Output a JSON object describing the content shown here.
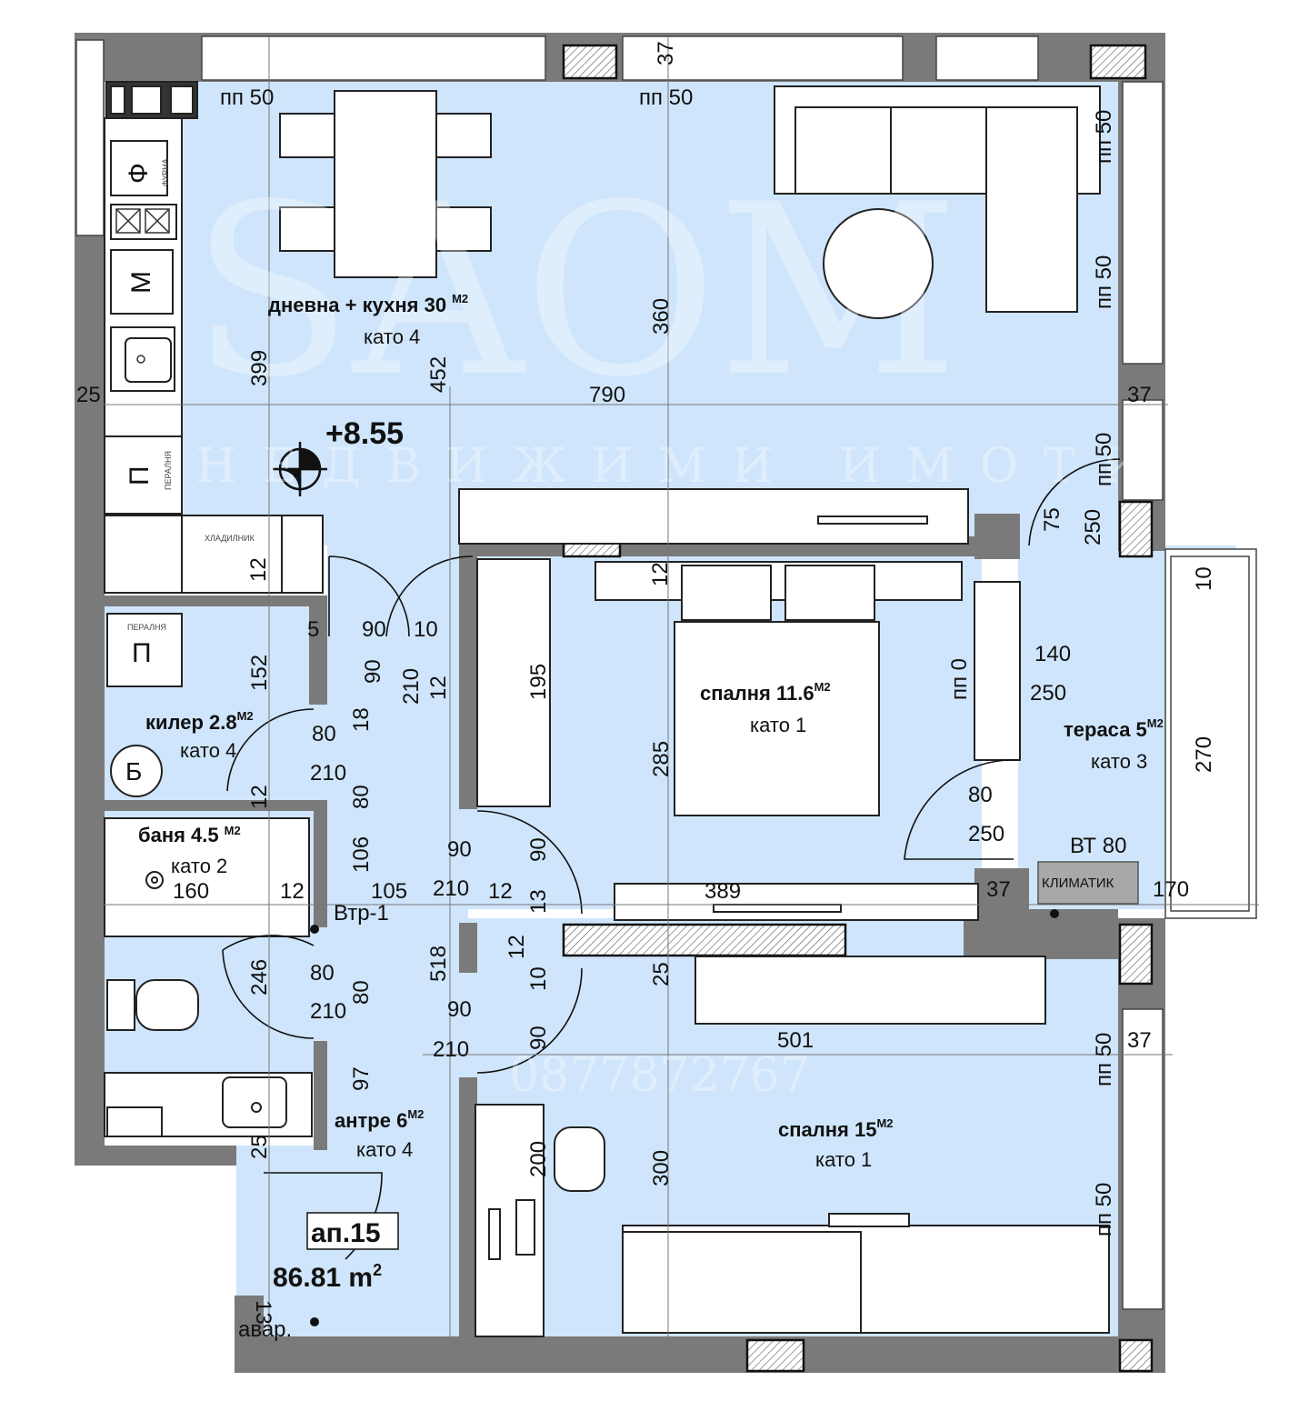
{
  "rooms": {
    "living": {
      "name": "дневна + кухня 30",
      "unit": "M2",
      "floor_type": "като 4"
    },
    "storage": {
      "name": "килер 2.8",
      "unit": "M2",
      "floor_type": "като 4"
    },
    "bath": {
      "name": "баня 4.5",
      "unit": "M2",
      "floor_type": "като 2"
    },
    "bedroom1": {
      "name": "спалня 11.6",
      "unit": "M2",
      "floor_type": "като 1"
    },
    "terrace": {
      "name": "тераса 5",
      "unit": "M2",
      "floor_type": "като 3"
    },
    "bedroom2": {
      "name": "спалня 15",
      "unit": "M2",
      "floor_type": "като 1"
    },
    "hall": {
      "name": "антре 6",
      "unit": "M2",
      "floor_type": "като 4"
    }
  },
  "apartment": {
    "number": "ап.15",
    "area": "86.81 m",
    "area_sup": "2"
  },
  "elevation": "+8.55",
  "appliances": {
    "oven_letter": "Ф",
    "oven_label": "ФУРНА",
    "dishwasher_letter": "М",
    "washer_letter": "П",
    "washer_label": "ПЕРАЛНЯ",
    "fridge_label": "ХЛАДИЛНИК",
    "washer2_letter": "П",
    "washer2_label": "ПЕРАЛНЯ",
    "boiler_letter": "Б",
    "aircon_label": "КЛИМАТИК",
    "bt_label": "ВТ 80",
    "vtr_label": "Втр-1",
    "avar_label": "авар."
  },
  "dimensions": {
    "pp50_a": "пп 50",
    "d37_top": "37",
    "pp50_b": "пп 50",
    "pp50_r1": "пп 50",
    "pp50_r2": "пп 50",
    "d360": "360",
    "d399": "399",
    "d452": "452",
    "d25_left": "25",
    "d790": "790",
    "d37_r": "37",
    "pp50_r3": "пп 50",
    "d75": "75",
    "d250_a": "250",
    "d10_r": "10",
    "d12_a": "12",
    "d12_b": "12",
    "d5": "5",
    "d90_a": "90",
    "d10_a": "10",
    "d152": "152",
    "d90_v": "90",
    "d210_v": "210",
    "d12_c": "12",
    "d195": "195",
    "d18": "18",
    "d80_a": "80",
    "d210_a": "210",
    "d285": "285",
    "pp0": "пп 0",
    "d140": "140",
    "d250_b": "250",
    "d270": "270",
    "d12_d": "12",
    "d80_v": "80",
    "d80_b": "80",
    "d250_c": "250",
    "d106": "106",
    "d90_b": "90",
    "d90_c": "90",
    "d210_b": "210",
    "d160": "160",
    "d12_e": "12",
    "d105": "105",
    "d12_f": "12",
    "d13_a": "13",
    "d389": "389",
    "d37_c": "37",
    "d170": "170",
    "d518": "518",
    "d12_g": "12",
    "d25_b": "25",
    "d246": "246",
    "d80_c": "80",
    "d210_c": "210",
    "d80_v2": "80",
    "d10_b": "10",
    "d90_d": "90",
    "d90_e": "90",
    "d210_d": "210",
    "d501": "501",
    "pp50_r4": "пп 50",
    "d37_d": "37",
    "d97": "97",
    "d200": "200",
    "d300": "300",
    "pp50_r5": "пп 50",
    "d25_c": "25",
    "d13_b": "13"
  },
  "watermark": {
    "logo": "SAOM",
    "subtitle": "НЕДВИЖИМИ ИМОТИ",
    "phone": "0877872767"
  },
  "colors": {
    "floor": "#cfe5fb",
    "wall": "#7a7a7a",
    "glass": "#ffffff",
    "line": "#111111"
  }
}
